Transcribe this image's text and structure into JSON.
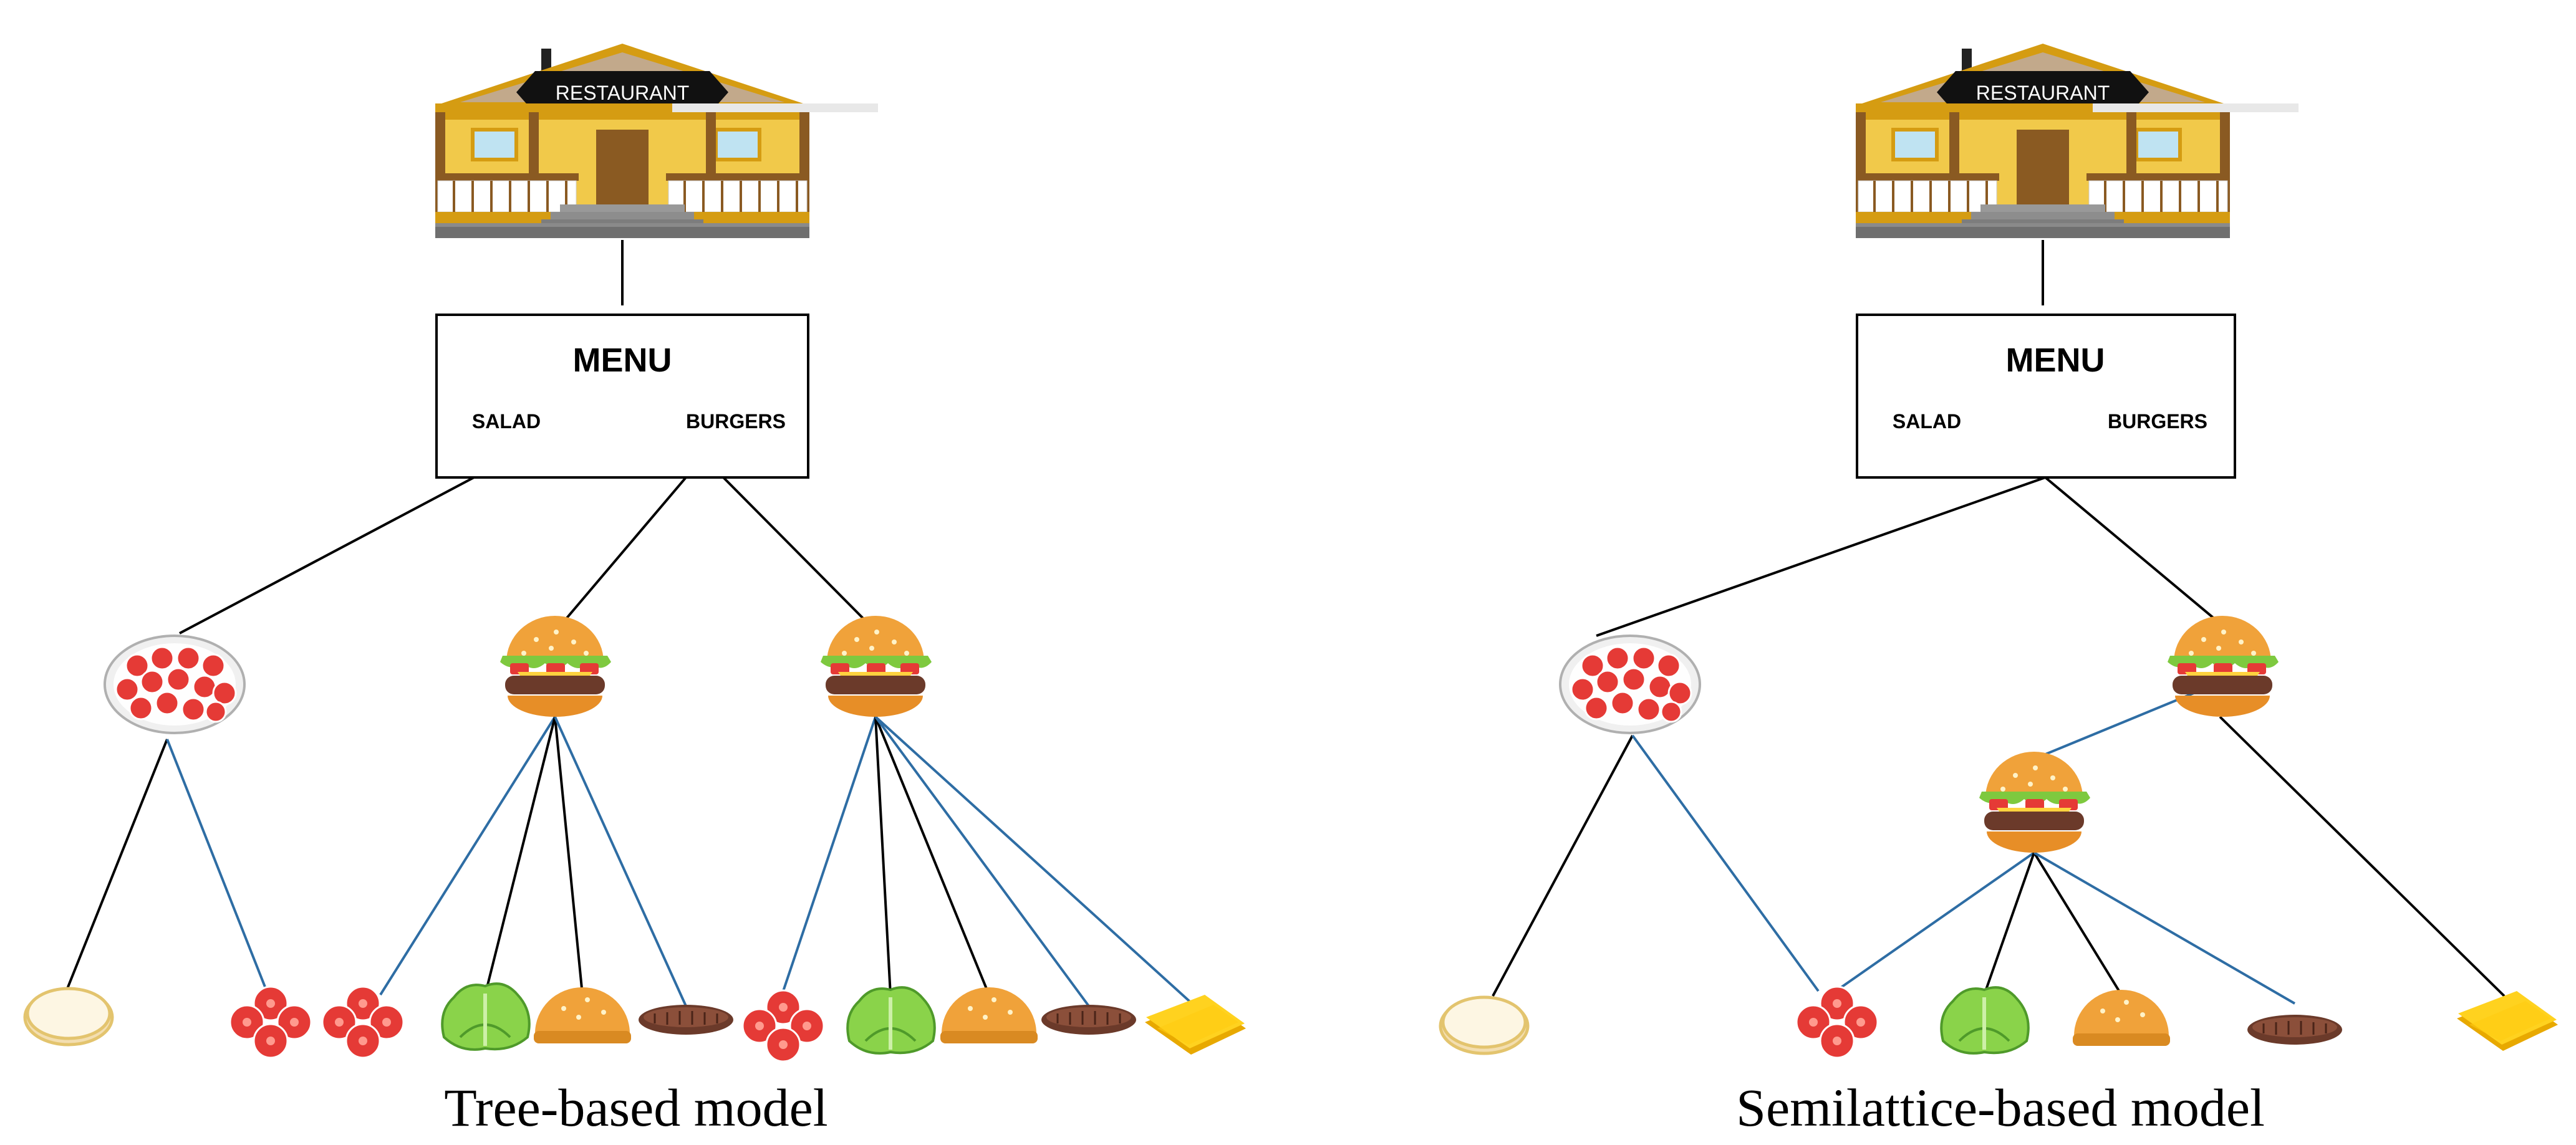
{
  "colors": {
    "black_edge": "#000000",
    "blue_edge": "#2e6da4",
    "house_wall": "#f1c94a",
    "house_roof": "#c2a98b",
    "house_trim": "#d59c12",
    "bun": "#f0a23a",
    "tomato": "#e53a36",
    "lettuce": "#8ad34a",
    "patty": "#7b3f2c",
    "cheese": "#ffcc10",
    "plate_rim": "#f1dc9b"
  },
  "diagrams": [
    {
      "id": "tree",
      "caption": "Tree-based model",
      "restaurant_sign": "RESTAURANT",
      "menu": {
        "title": "MENU",
        "left_item": "SALAD",
        "right_item": "BURGERS"
      },
      "dishes": [
        "salad-plate",
        "burger",
        "burger"
      ],
      "ingredients": [
        "tortilla",
        "tomato",
        "tomato",
        "lettuce",
        "bun",
        "patty",
        "tomato",
        "lettuce",
        "bun",
        "patty",
        "cheese"
      ]
    },
    {
      "id": "semilattice",
      "caption": "Semilattice-based model",
      "restaurant_sign": "RESTAURANT",
      "menu": {
        "title": "MENU",
        "left_item": "SALAD",
        "right_item": "BURGERS"
      },
      "dishes": [
        "salad-plate",
        "burger",
        "burger"
      ],
      "ingredients": [
        "tortilla",
        "tomato",
        "lettuce",
        "bun",
        "patty",
        "cheese"
      ]
    }
  ]
}
